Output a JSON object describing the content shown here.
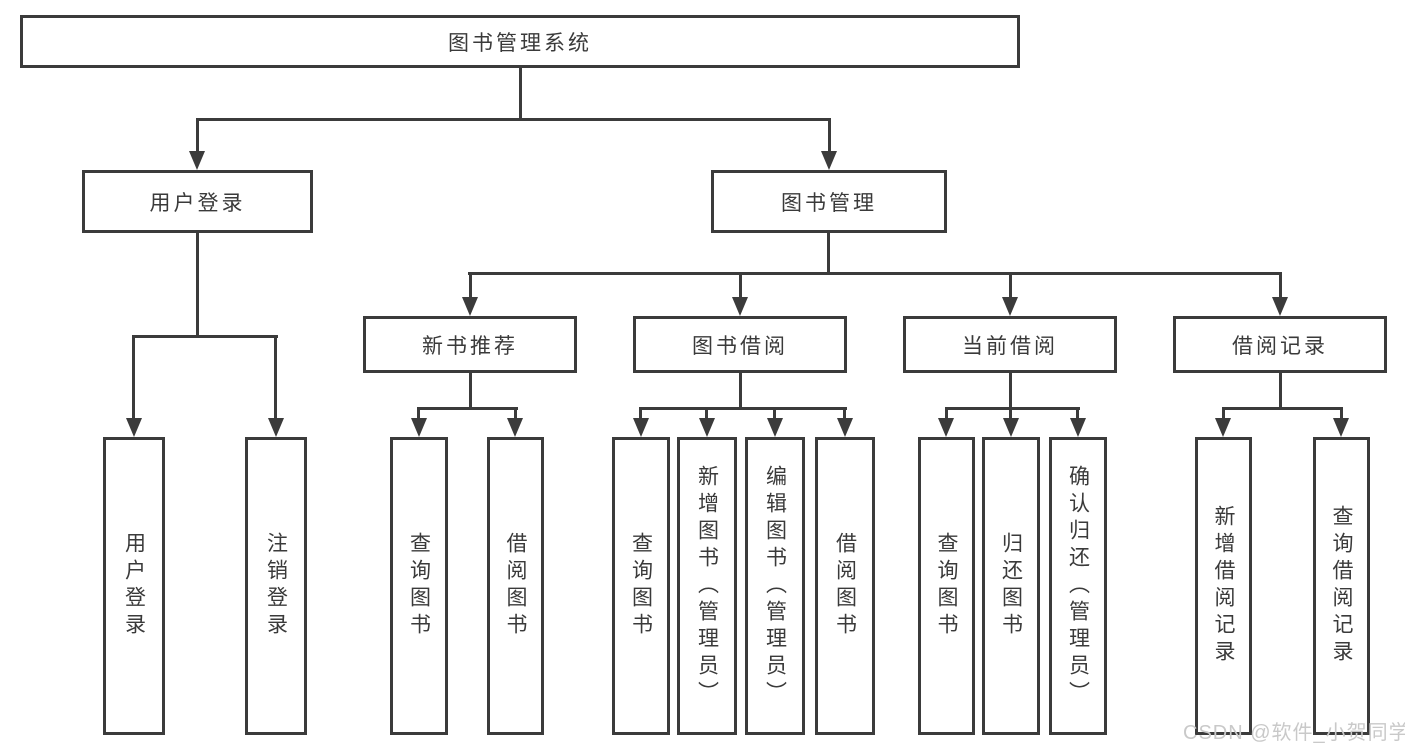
{
  "diagram": {
    "root": {
      "label": "图书管理系统"
    },
    "branches": [
      {
        "label": "用户登录",
        "children": [
          {
            "label": "用户登录"
          },
          {
            "label": "注销登录"
          }
        ]
      },
      {
        "label": "图书管理",
        "groups": [
          {
            "label": "新书推荐",
            "children": [
              {
                "label": "查询图书"
              },
              {
                "label": "借阅图书"
              }
            ]
          },
          {
            "label": "图书借阅",
            "children": [
              {
                "label": "查询图书"
              },
              {
                "label": "新增图书（管理员）"
              },
              {
                "label": "编辑图书（管理员）"
              },
              {
                "label": "借阅图书"
              }
            ]
          },
          {
            "label": "当前借阅",
            "children": [
              {
                "label": "查询图书"
              },
              {
                "label": "归还图书"
              },
              {
                "label": "确认归还（管理员）"
              }
            ]
          },
          {
            "label": "借阅记录",
            "children": [
              {
                "label": "新增借阅记录"
              },
              {
                "label": "查询借阅记录"
              }
            ]
          }
        ]
      }
    ]
  },
  "watermark": {
    "text": "CSDN @软件_小贺同学"
  },
  "colors": {
    "line": "#3b3b3b",
    "text": "#3a3a3a",
    "watermark": "#c9c9c9",
    "background": "#ffffff"
  }
}
